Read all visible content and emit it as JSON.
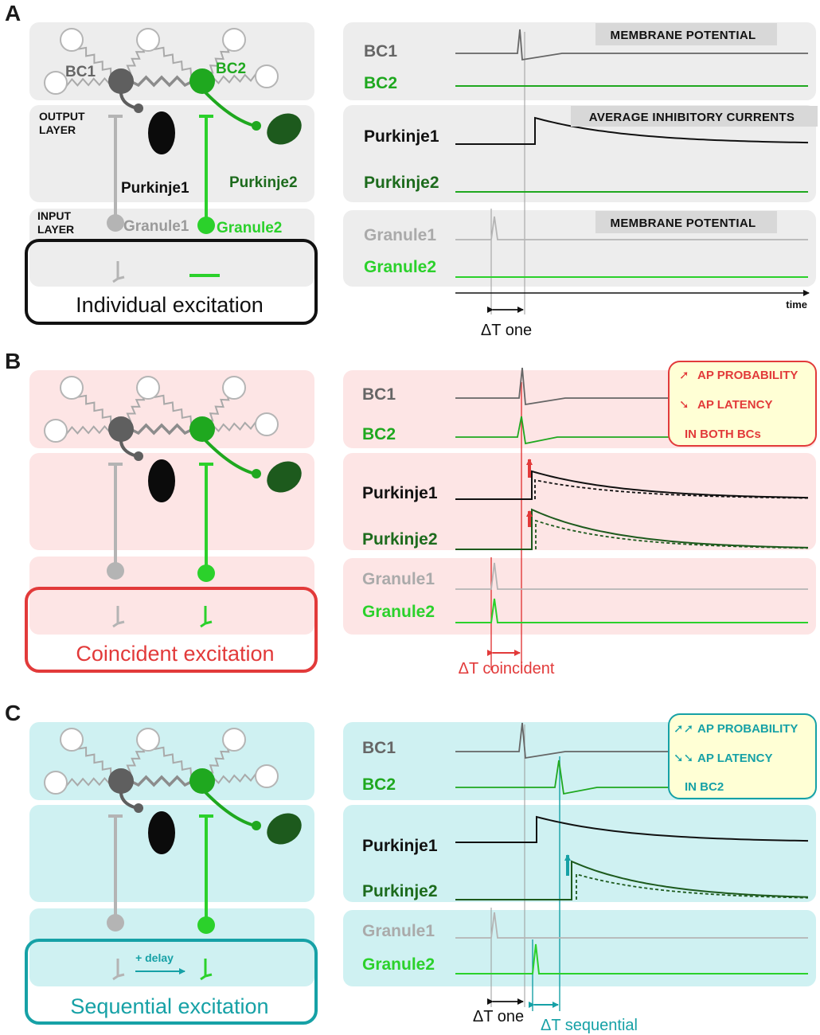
{
  "colors": {
    "gray_bg": "#ededed",
    "red_bg": "#fde5e5",
    "cyan_bg": "#cff1f2",
    "gray_cell": "#5f5f5f",
    "light_gray": "#b4b4b4",
    "green": "#1fa81f",
    "bright_green": "#2bd12b",
    "dark_green": "#1d5a1d",
    "red": "#e23a3a",
    "teal": "#16a1a6",
    "note_fill": "#ffffd5"
  },
  "panels": {
    "a": {
      "letter": "A",
      "bc1": "BC1",
      "bc2": "BC2",
      "output_layer": [
        "OUTPUT",
        "LAYER"
      ],
      "input_layer": [
        "INPUT",
        "LAYER"
      ],
      "purkinje1": "Purkinje1",
      "purkinje2": "Purkinje2",
      "granule1": "Granule1",
      "granule2": "Granule2",
      "box_label": "Individual excitation",
      "trace_labels": {
        "bc1": "BC1",
        "bc2": "BC2",
        "purkinje1": "Purkinje1",
        "purkinje2": "Purkinje2",
        "granule1": "Granule1",
        "granule2": "Granule2"
      },
      "headers": {
        "membrane_top": "MEMBRANE POTENTIAL",
        "inhibitory": "AVERAGE INHIBITORY CURRENTS",
        "membrane_bottom": "MEMBRANE POTENTIAL"
      },
      "time_label": "time",
      "delta_t": "ΔT one"
    },
    "b": {
      "letter": "B",
      "box_label": "Coincident excitation",
      "trace_labels": {
        "bc1": "BC1",
        "bc2": "BC2",
        "purkinje1": "Purkinje1",
        "purkinje2": "Purkinje2",
        "granule1": "Granule1",
        "granule2": "Granule2"
      },
      "note": [
        "AP PROBABILITY",
        "AP LATENCY",
        "IN BOTH BCs"
      ],
      "delta_t": "ΔT coincident"
    },
    "c": {
      "letter": "C",
      "box_label": "Sequential excitation",
      "delay_label": "+ delay",
      "trace_labels": {
        "bc1": "BC1",
        "bc2": "BC2",
        "purkinje1": "Purkinje1",
        "purkinje2": "Purkinje2",
        "granule1": "Granule1",
        "granule2": "Granule2"
      },
      "note": [
        "AP PROBABILITY",
        "AP LATENCY",
        "IN BC2"
      ],
      "delta_t_one": "ΔT one",
      "delta_t_seq": "ΔT sequential"
    }
  }
}
